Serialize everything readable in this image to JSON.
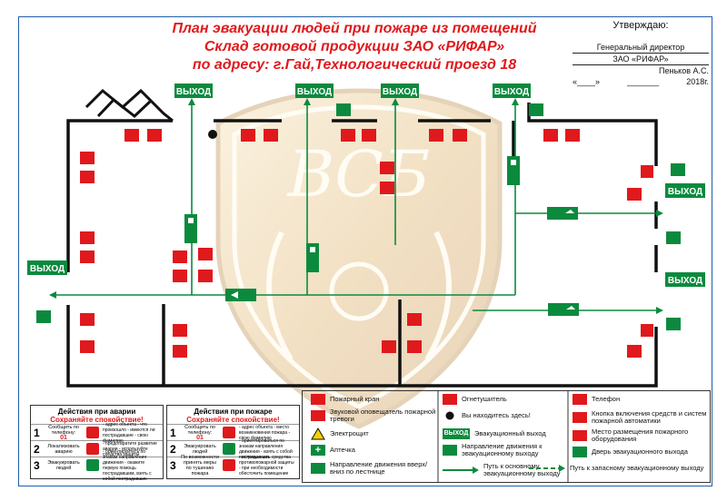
{
  "title": {
    "line1": "План эвакуации людей при пожаре из помещений",
    "line2": "Склад готовой продукции  ЗАО «РИФАР»",
    "line3": "по адресу: г.Гай,Технологический проезд 18"
  },
  "approval": {
    "heading": "Утверждаю:",
    "position": "Генеральный директор",
    "company": "ЗАО «РИФАР»",
    "name": "Пеньков А.С.",
    "date_left": "«____»",
    "date_mid": "_______",
    "date_right": "2018г."
  },
  "exit_label": "ВЫХОД",
  "colors": {
    "red": "#e0191c",
    "green": "#0b8a3e",
    "frame": "#1e5ea8"
  },
  "legend": {
    "fire_hydrant": "Пожарный кран",
    "sound_alarm": "Звуковой оповещатель пожарной тревоги",
    "electric_panel": "Электрощит",
    "first_aid": "Аптечка",
    "stairs_direction": "Направление движения вверх/вниз по лестнице",
    "extinguisher": "Огнетушитель",
    "you_are_here": "Вы находитесь здесь!",
    "exit": "Эвакуационный выход",
    "exit_direction": "Направление движения к эвакуационному выходу",
    "main_path": "Путь к основному эвакуационному выходу",
    "phone": "Телефон",
    "fire_button": "Кнопка включения средств и систем пожарной автоматики",
    "fire_equipment": "Место размещения пожарного оборудования",
    "exit_door": "Дверь эвакуационного выхода",
    "spare_path": "Путь к запасному эвакуационному выходу"
  },
  "accident_box": {
    "heading": "Действия при аварии",
    "subheading": "Сохраняйте спокойствие!",
    "steps": [
      {
        "num": "1",
        "label": "Сообщить по телефону:",
        "value": "01",
        "text": "- адрес объекта - что произошло - имеются ли пострадавшие - свою фамилию"
      },
      {
        "num": "2",
        "label": "Локализовать аварию",
        "value": "",
        "text": "- предотвратите развитие аварии - используйте средства защиты"
      },
      {
        "num": "3",
        "label": "Эвакуировать людей",
        "value": "",
        "text": "- ориентируйтесь по знакам направления движения - окажите первую помощь пострадавшим, взять с собой пострадавших"
      }
    ]
  },
  "fire_box": {
    "heading": "Действия при пожаре",
    "subheading": "Сохраняйте спокойствие!",
    "steps": [
      {
        "num": "1",
        "label": "Сообщить по телефону:",
        "value": "01",
        "text": "- адрес объекта - место возникновения пожара - свою фамилию"
      },
      {
        "num": "2",
        "label": "Эвакуировать людей",
        "value": "",
        "text": "- ориентироваться по знакам направления движения - взять с собой пострадавших"
      },
      {
        "num": "3",
        "label": "По возможности принять меры по тушению пожара",
        "value": "",
        "text": "- использовать средства противопожарной защиты - при необходимости обесточить помещение"
      }
    ]
  }
}
